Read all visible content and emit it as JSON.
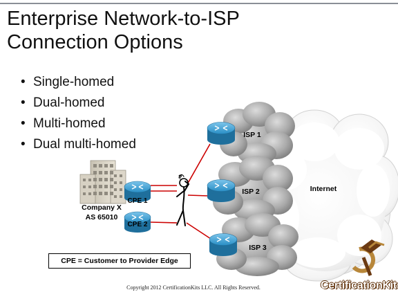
{
  "slide": {
    "title_line1": "Enterprise Network-to-ISP",
    "title_line2": "Connection Options",
    "bullets": [
      "Single-homed",
      "Dual-homed",
      "Multi-homed",
      "Dual multi-homed"
    ],
    "legend": "CPE = Customer to Provider Edge",
    "footer": "Copyright 2012 CertificationKits LLC. All Rights Reserved.",
    "logo_text": "CertificationKits"
  },
  "diagram": {
    "company_name": "Company X",
    "company_as": "AS 65010",
    "cpe_labels": [
      "CPE 1",
      "CPE 2"
    ],
    "isp_labels": [
      "ISP 1",
      "ISP 2",
      "ISP 3"
    ],
    "internet_label": "Internet",
    "link_color": "#cc0000",
    "router_color": "#2a8fc6"
  }
}
